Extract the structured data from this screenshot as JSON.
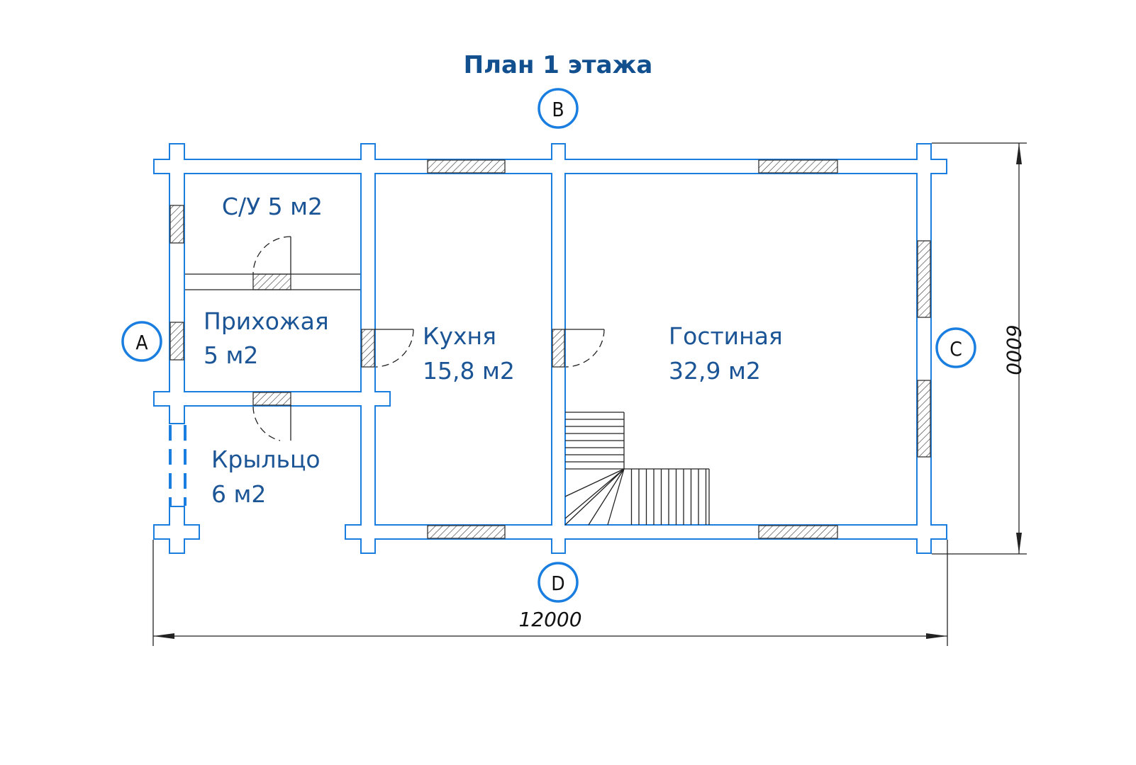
{
  "title": "План 1 этажа",
  "axes": {
    "a": "A",
    "b": "B",
    "c": "C",
    "d": "D"
  },
  "rooms": [
    {
      "name": "С/У 5 м2",
      "area": ""
    },
    {
      "name": "Прихожая",
      "area": "5 м2"
    },
    {
      "name": "Кухня",
      "area": "15,8 м2"
    },
    {
      "name": "Гостиная",
      "area": "32,9 м2"
    },
    {
      "name": "Крыльцо",
      "area": "6 м2"
    }
  ],
  "dimensions": {
    "width": "12000",
    "depth": "6000"
  },
  "colors": {
    "wall": "#1a7ee0",
    "text": "#1b5596",
    "title": "#114f8f"
  }
}
